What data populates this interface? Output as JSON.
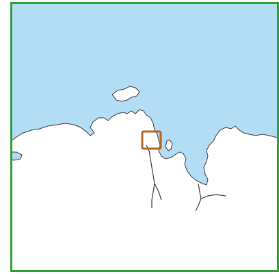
{
  "map": {
    "type": "coastline-locator",
    "colors": {
      "water": "#b3dcf5",
      "land": "#ffffff",
      "coastline": "#3a3a3a",
      "frame": "#2ea02e",
      "highlight": "#b5651d"
    },
    "frame_icon": "map-frame",
    "highlight_icon": "location-highlight-box"
  }
}
